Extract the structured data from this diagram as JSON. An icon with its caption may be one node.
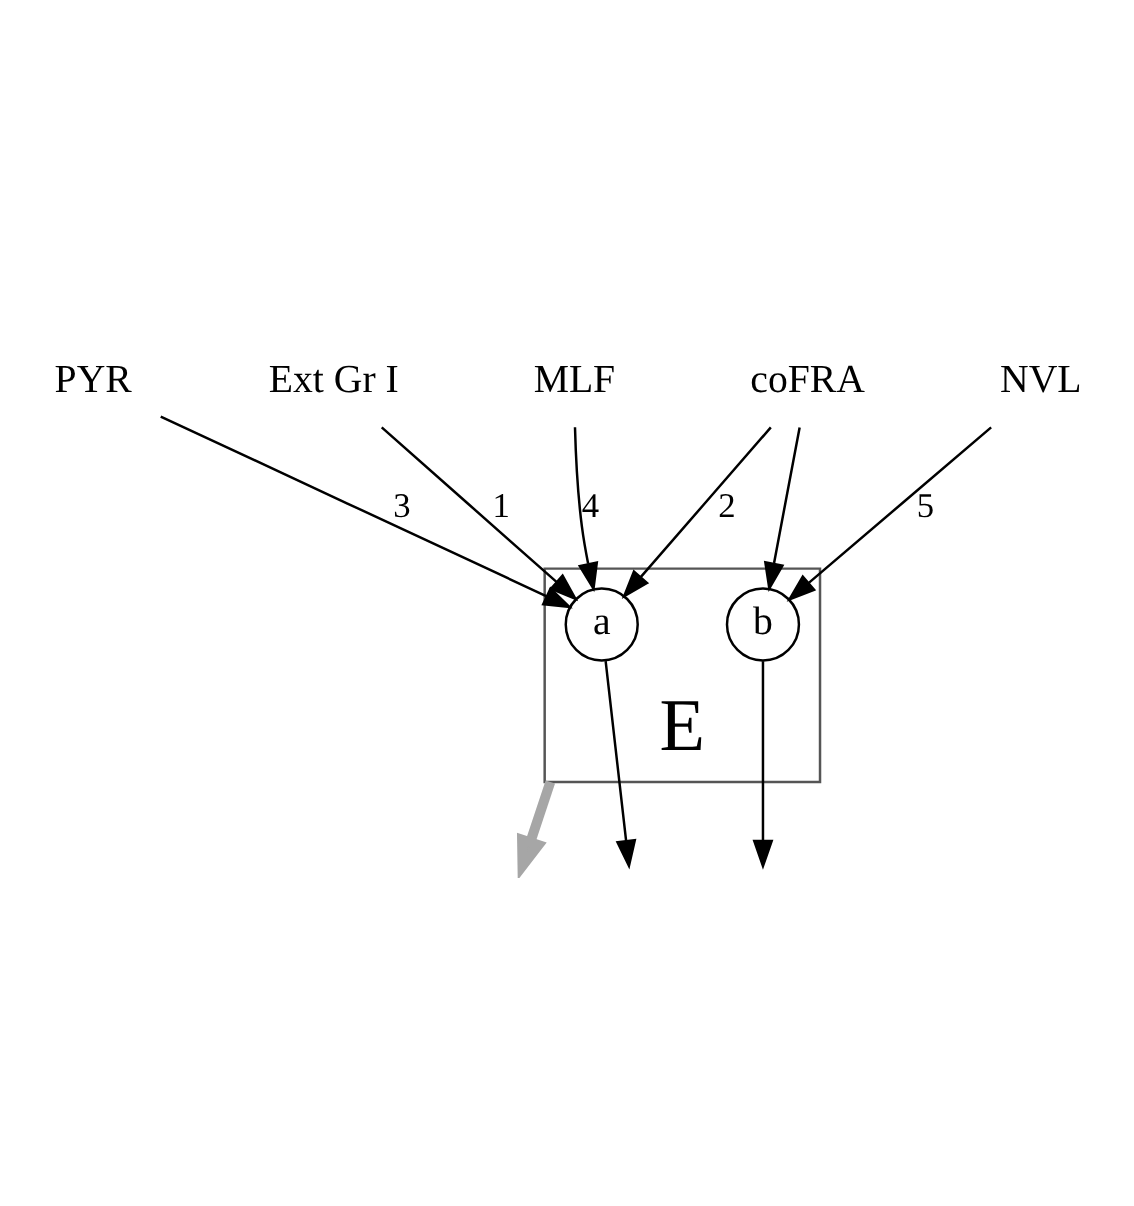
{
  "diagram": {
    "nodes": [
      {
        "text": [
          "PYR"
        ]
      },
      {
        "text": [
          "MLF"
        ]
      },
      {
        "text": [
          "NVL"
        ]
      },
      {
        "text": [
          "Ext Gr I"
        ]
      },
      {
        "text": [
          "coFRA"
        ]
      },
      {
        "text": [
          "E"
        ]
      },
      {
        "text": [
          "a"
        ],
        "in": 5
      },
      {
        "text": [
          "b"
        ],
        "in": 5
      }
    ],
    "edges": [
      {
        "from": 3,
        "to": 6,
        "arrow": "to",
        "label": "1"
      },
      {
        "from": 1,
        "to": 6,
        "arrow": "to",
        "label": "4"
      },
      {
        "from": 0,
        "to": 6,
        "arrow": "to",
        "label": "3"
      },
      {
        "from": 4,
        "to": 6,
        "arrow": "to",
        "label": "2"
      },
      {
        "from": 2,
        "to": 7,
        "arrow": "to",
        "label": "5"
      },
      {
        "from": 4,
        "to": 7,
        "arrow": "to"
      },
      {
        "from": 6,
        "to": null,
        "arrow": "to"
      },
      {
        "from": 7,
        "to": null,
        "arrow": "to"
      },
      {
        "from": 5,
        "to": null,
        "arrow": "to",
        "style": "thick",
        "color": "#a6a6a6"
      }
    ]
  }
}
